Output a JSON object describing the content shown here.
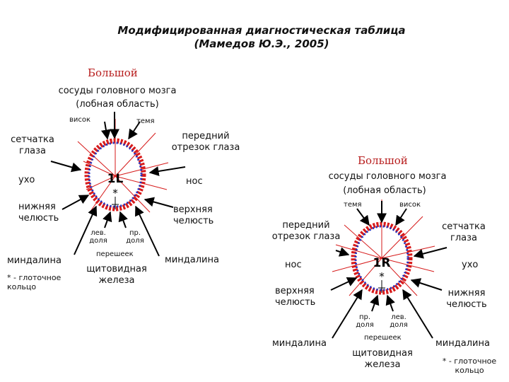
{
  "title": {
    "line1": "Модифицированная диагностическая таблица",
    "line2": "(Мамедов Ю.Э., 2005)"
  },
  "colors": {
    "ring_outer": "#d81b1b",
    "ring_inner": "#1a2fc4",
    "red_heading": "#b71c1c"
  },
  "left": {
    "mark": "1L",
    "big": "Большой",
    "vessels": "сосуды головного мозга",
    "frontal": "(лобная область)",
    "temple": "висок",
    "crown": "темя",
    "retina": "сетчатка\nглаза",
    "anterior": "передний\nотрезок глаза",
    "ear": "ухо",
    "nose": "нос",
    "lower_jaw": "нижняя\nчелюсть",
    "upper_jaw": "верхняя\nчелюсть",
    "left_lobe": "лев.\nдоля",
    "right_lobe": "пр.\nдоля",
    "isthmus": "перешеек",
    "tonsil_left": "миндалина",
    "tonsil_right": "миндалина",
    "thyroid": "щитовидная\nжелеза",
    "footnote": "* - глоточное\nкольцо"
  },
  "right": {
    "mark": "1R",
    "big": "Большой",
    "vessels": "сосуды головного мозга",
    "frontal": "(лобная область)",
    "crown": "темя",
    "temple": "висок",
    "anterior": "передний\nотрезок глаза",
    "retina": "сетчатка\nглаза",
    "nose": "нос",
    "ear": "ухо",
    "upper_jaw": "верхняя\nчелюсть",
    "lower_jaw": "нижняя\nчелюсть",
    "right_lobe": "пр.\nдоля",
    "left_lobe": "лев.\nдоля",
    "isthmus": "перешеек",
    "tonsil_left": "миндалина",
    "tonsil_right": "миндалина",
    "thyroid": "щитовидная\nжелеза",
    "footnote": "* - глоточное\nкольцо"
  }
}
